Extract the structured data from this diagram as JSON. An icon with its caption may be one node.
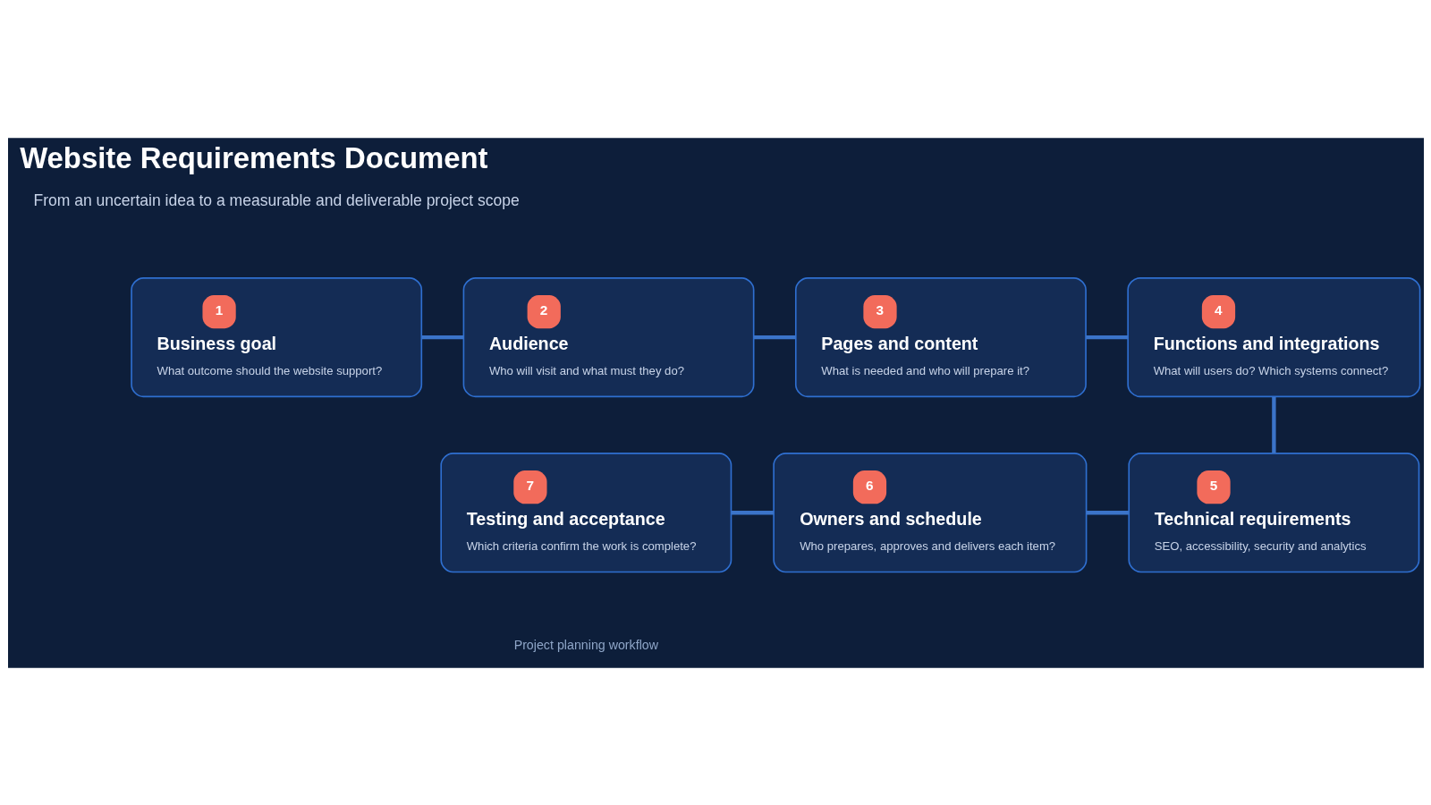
{
  "diagram": {
    "title": "Website Requirements Document",
    "nodes": [
      {
        "text": [
          "1",
          "Business goal",
          "What outcome should the website support?"
        ]
      },
      {
        "text": [
          "2",
          "Audience",
          "Who will visit and what must they do?"
        ]
      },
      {
        "text": [
          "3",
          "Pages and content",
          "What is needed and who will prepare it?"
        ]
      },
      {
        "text": [
          "4",
          "Functions and integrations",
          "What will users do? Which systems connect?"
        ]
      },
      {
        "text": [
          "5",
          "Technical requirements",
          "SEO, accessibility, security and analytics"
        ]
      },
      {
        "text": [
          "6",
          "Owners and schedule",
          "Who prepares, approves and delivers each item?"
        ]
      },
      {
        "text": [
          "7",
          "Testing and acceptance",
          "Which criteria confirm the work is complete?"
        ]
      }
    ],
    "edges": [
      {
        "from": 0,
        "to": 1,
        "arrow": "none"
      },
      {
        "from": 1,
        "to": 2,
        "arrow": "none"
      },
      {
        "from": 2,
        "to": 3,
        "arrow": "none"
      },
      {
        "from": 3,
        "to": 4,
        "arrow": "none"
      },
      {
        "from": 4,
        "to": 5,
        "arrow": "none"
      },
      {
        "from": 5,
        "to": 6,
        "arrow": "none"
      }
    ],
    "labels": [
      "From an uncertain idea to a measurable and deliverable project scope",
      "Project planning workflow"
    ]
  }
}
